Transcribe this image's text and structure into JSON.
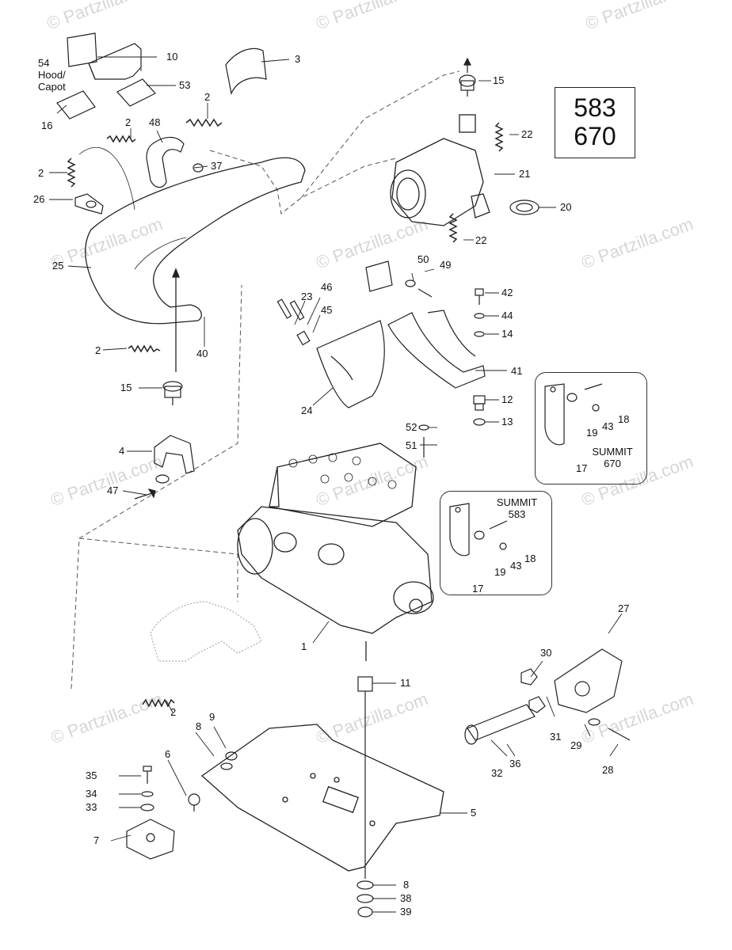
{
  "watermark": "© Partzilla.com",
  "models": [
    "583",
    "670"
  ],
  "hood_label": [
    "54",
    "Hood/",
    "Capot"
  ],
  "insets": {
    "summit_670": {
      "line1": "SUMMIT",
      "line2": "670"
    },
    "summit_583": {
      "line1": "SUMMIT",
      "line2": "583"
    }
  },
  "callouts": {
    "p1": "1",
    "p2a": "2",
    "p2b": "2",
    "p2c": "2",
    "p2d": "2",
    "p2e": "2",
    "p3": "3",
    "p4": "4",
    "p5": "5",
    "p6": "6",
    "p7": "7",
    "p8a": "8",
    "p8b": "8",
    "p9": "9",
    "p10": "10",
    "p11": "11",
    "p12": "12",
    "p13": "13",
    "p14": "14",
    "p15a": "15",
    "p15b": "15",
    "p16": "16",
    "p17a": "17",
    "p17b": "17",
    "p18a": "18",
    "p18b": "18",
    "p19a": "19",
    "p19b": "19",
    "p20": "20",
    "p21": "21",
    "p22a": "22",
    "p22b": "22",
    "p23": "23",
    "p24": "24",
    "p25": "25",
    "p26": "26",
    "p27": "27",
    "p28": "28",
    "p29": "29",
    "p30": "30",
    "p31": "31",
    "p32": "32",
    "p33": "33",
    "p34": "34",
    "p35": "35",
    "p36": "36",
    "p37": "37",
    "p38": "38",
    "p39": "39",
    "p40": "40",
    "p41": "41",
    "p42": "42",
    "p43a": "43",
    "p43b": "43",
    "p44": "44",
    "p45": "45",
    "p46": "46",
    "p47": "47",
    "p48": "48",
    "p49": "49",
    "p50": "50",
    "p51": "51",
    "p52": "52",
    "p53": "53"
  }
}
